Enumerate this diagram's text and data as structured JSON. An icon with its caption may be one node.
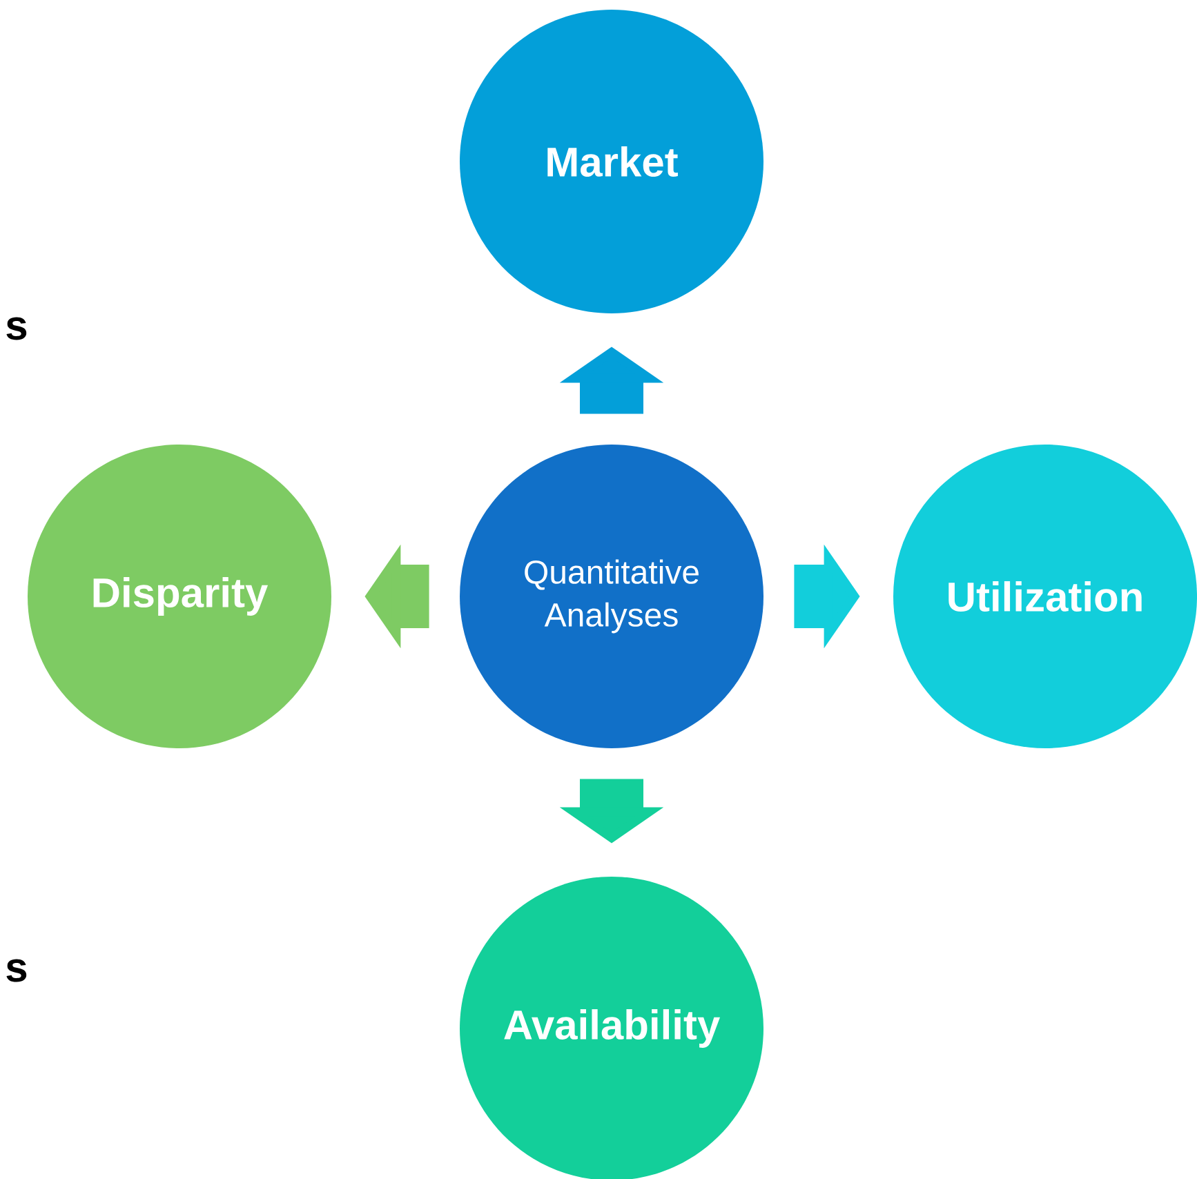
{
  "diagram": {
    "nodes": [
      {
        "text": [
          "Market"
        ]
      },
      {
        "text": [
          "Disparity"
        ]
      },
      {
        "text": [
          "Quantitative Analyses"
        ]
      },
      {
        "text": [
          "Utilization"
        ]
      },
      {
        "text": [
          "Availability"
        ]
      }
    ],
    "edges": [
      {
        "from": 2,
        "to": 0,
        "arrow": "to",
        "color": "#039fd9"
      },
      {
        "from": 2,
        "to": 1,
        "arrow": "to",
        "color": "#7ecb63"
      },
      {
        "from": 2,
        "to": 3,
        "arrow": "to",
        "color": "#12cedb"
      },
      {
        "from": 2,
        "to": 4,
        "arrow": "to",
        "color": "#13cf9a"
      }
    ],
    "labels": [
      "s",
      "s"
    ]
  }
}
